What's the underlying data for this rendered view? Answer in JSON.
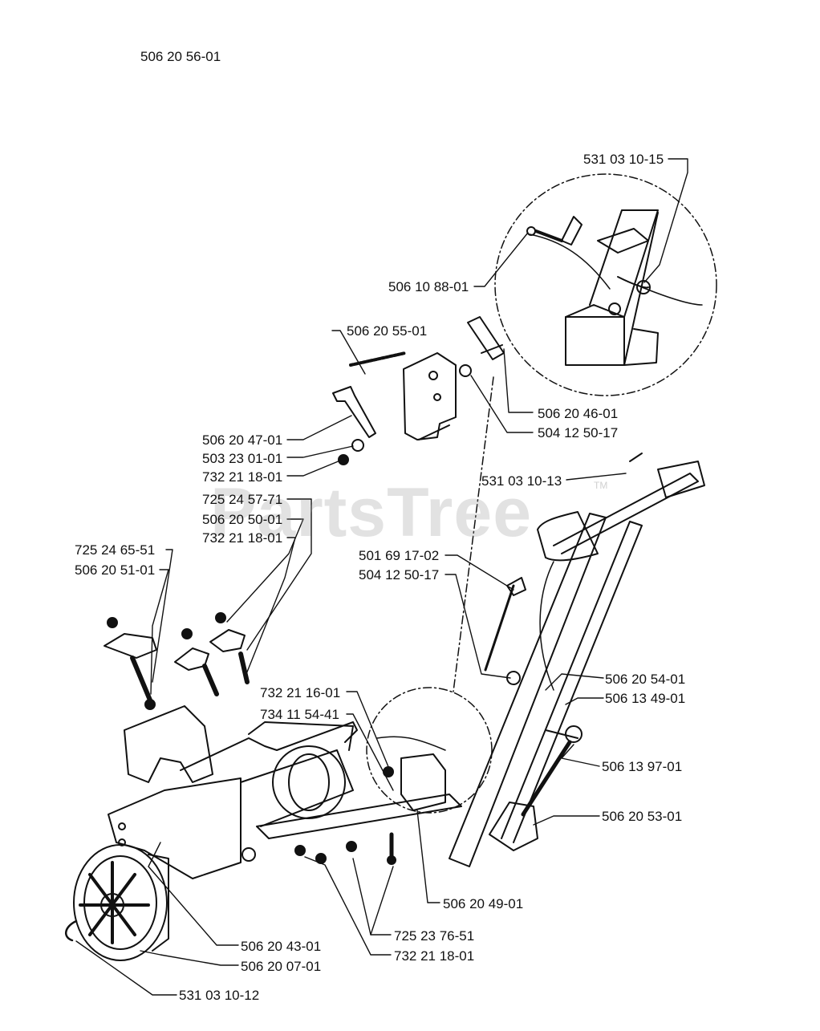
{
  "diagram_number": "506 20 56-01",
  "watermark": {
    "text": "PartsTree",
    "tm": "TM"
  },
  "part_labels": {
    "p531031015": "531 03 10-15",
    "p506108801": "506 10 88-01",
    "p506205501": "506 20 55-01",
    "p506204601": "506 20 46-01",
    "p504125017a": "504 12 50-17",
    "p506204701": "506 20 47-01",
    "p503230101": "503 23 01-01",
    "p732211801a": "732 21 18-01",
    "p531031013": "531 03 10-13",
    "p725245771": "725 24 57-71",
    "p506205001": "506 20 50-01",
    "p732211801b": "732 21 18-01",
    "p725246551": "725 24 65-51",
    "p506205101": "506 20 51-01",
    "p501691702": "501 69 17-02",
    "p504125017b": "504 12 50-17",
    "p506205401": "506 20 54-01",
    "p506134901": "506 13 49-01",
    "p732211601": "732 21 16-01",
    "p734115441": "734 11 54-41",
    "p506139701": "506 13 97-01",
    "p506205301": "506 20 53-01",
    "p506204901": "506 20 49-01",
    "p506204301": "506 20 43-01",
    "p725237651": "725 23 76-51",
    "p506200701": "506 20 07-01",
    "p732211801c": "732 21 18-01",
    "p531031012": "531 03 10-12"
  }
}
